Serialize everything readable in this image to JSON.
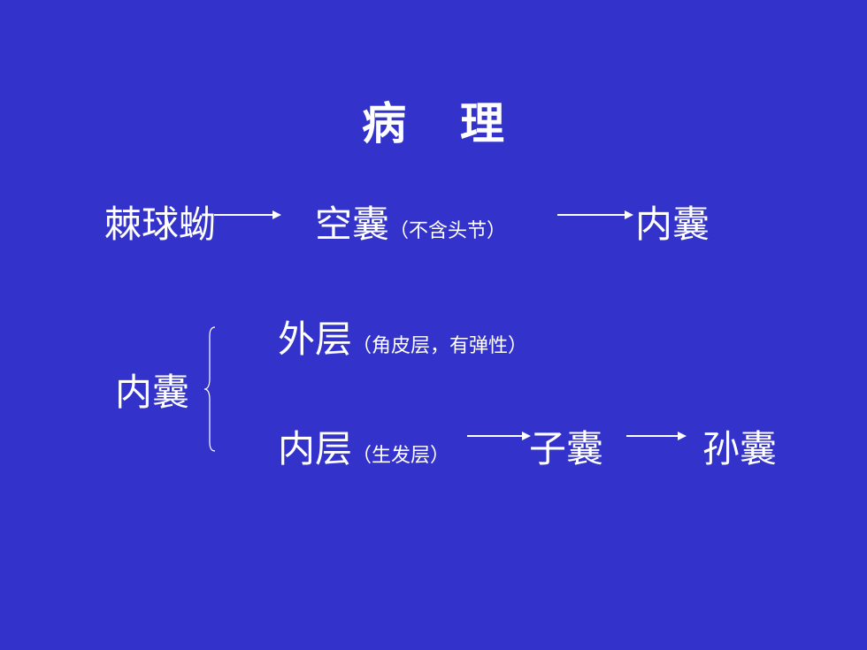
{
  "title": {
    "char1": "病",
    "char2": "理"
  },
  "row1": {
    "start": "棘球蚴",
    "middle": "空囊",
    "middle_note": "（不含头节）",
    "end": "内囊"
  },
  "row2": {
    "label": "内囊",
    "outer_label": "外层",
    "outer_note": "（角皮层，有弹性）",
    "inner_label": "内层",
    "inner_note": "（生发层）",
    "child": "子囊",
    "grandchild": "孙囊"
  },
  "colors": {
    "background": "#3333CC",
    "text": "#FFFFFF"
  }
}
